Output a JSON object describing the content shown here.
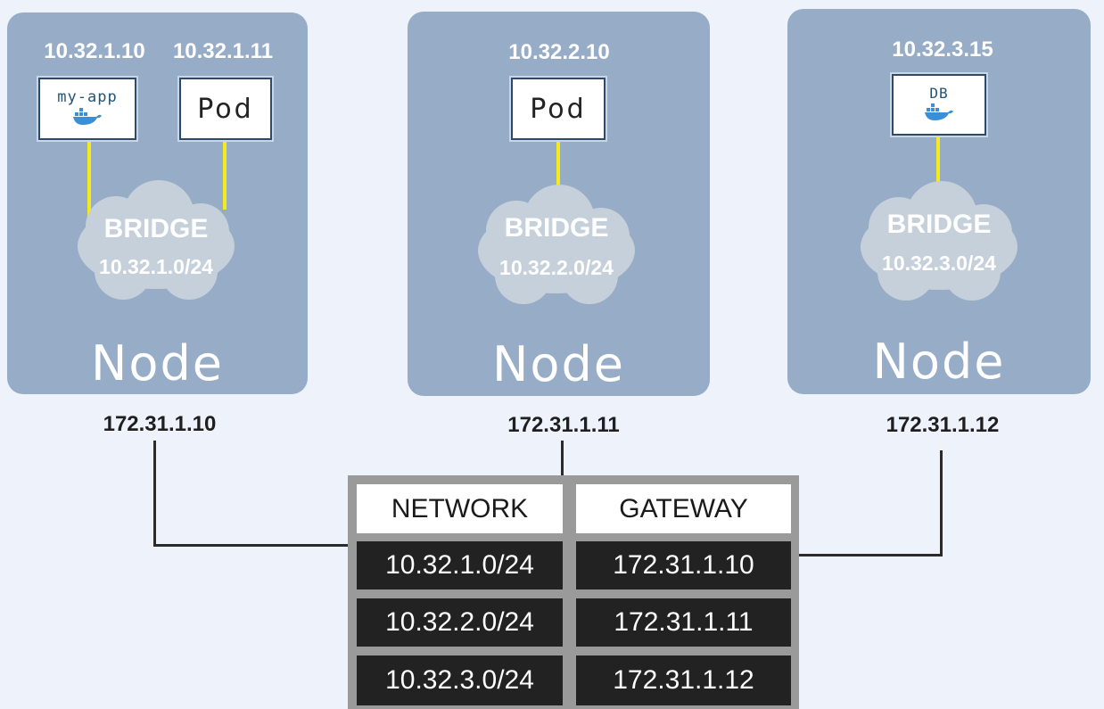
{
  "nodes": [
    {
      "label": "Node",
      "ip": "172.31.1.10",
      "bridge": {
        "title": "BRIDGE",
        "subnet": "10.32.1.0/24"
      },
      "pods": [
        {
          "ip": "10.32.1.10",
          "label": "my-app",
          "icon": "docker-whale-icon"
        },
        {
          "ip": "10.32.1.11",
          "label": "Pod"
        }
      ]
    },
    {
      "label": "Node",
      "ip": "172.31.1.11",
      "bridge": {
        "title": "BRIDGE",
        "subnet": "10.32.2.0/24"
      },
      "pods": [
        {
          "ip": "10.32.2.10",
          "label": "Pod"
        }
      ]
    },
    {
      "label": "Node",
      "ip": "172.31.1.12",
      "bridge": {
        "title": "BRIDGE",
        "subnet": "10.32.3.0/24"
      },
      "pods": [
        {
          "ip": "10.32.3.15",
          "label": "DB",
          "icon": "docker-whale-icon"
        }
      ]
    }
  ],
  "routing_table": {
    "headers": [
      "NETWORK",
      "GATEWAY"
    ],
    "rows": [
      [
        "10.32.1.0/24",
        "172.31.1.10"
      ],
      [
        "10.32.2.0/24",
        "172.31.1.11"
      ],
      [
        "10.32.3.0/24",
        "172.31.1.12"
      ]
    ]
  },
  "colors": {
    "node_bg": "#97acc6",
    "link_yellow": "#f5ea1d",
    "table_dark": "#222222",
    "whale_blue": "#3b8fd6"
  }
}
